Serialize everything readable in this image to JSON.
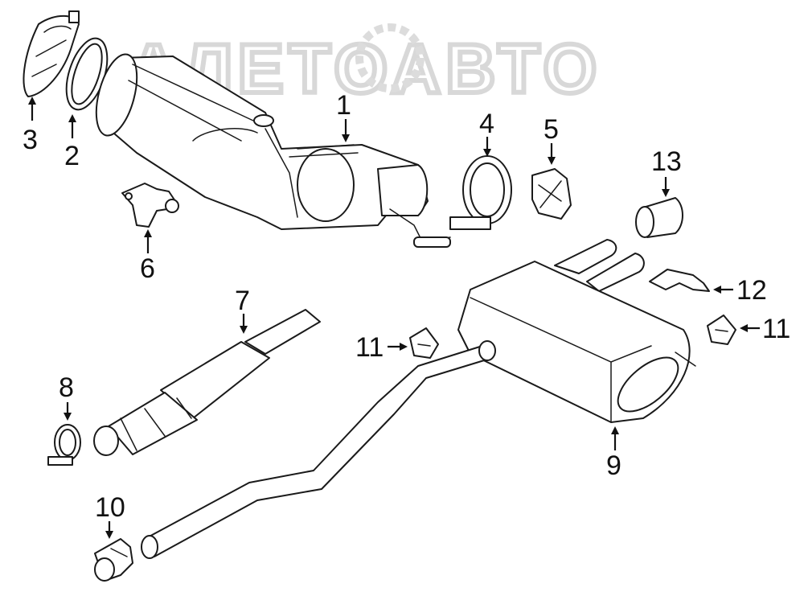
{
  "watermark": {
    "text": "АЛЕТОАВТО"
  },
  "callouts": [
    {
      "id": "1",
      "label": "1"
    },
    {
      "id": "2",
      "label": "2"
    },
    {
      "id": "3",
      "label": "3"
    },
    {
      "id": "4",
      "label": "4"
    },
    {
      "id": "5",
      "label": "5"
    },
    {
      "id": "6",
      "label": "6"
    },
    {
      "id": "7",
      "label": "7"
    },
    {
      "id": "8",
      "label": "8"
    },
    {
      "id": "9",
      "label": "9"
    },
    {
      "id": "10",
      "label": "10"
    },
    {
      "id": "11a",
      "label": "11"
    },
    {
      "id": "11b",
      "label": "11"
    },
    {
      "id": "12",
      "label": "12"
    },
    {
      "id": "13",
      "label": "13"
    }
  ]
}
